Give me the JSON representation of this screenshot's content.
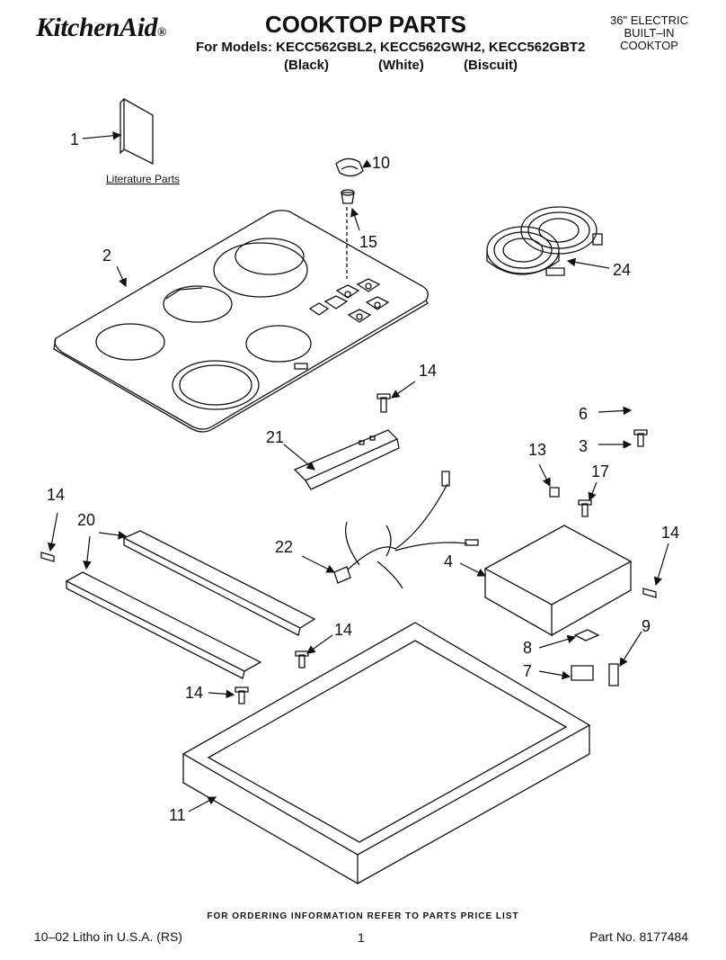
{
  "header": {
    "brand": "KitchenAid",
    "brand_mark": "®",
    "title": "COOKTOP PARTS",
    "models": "For Models: KECC562GBL2, KECC562GWH2, KECC562GBT2",
    "colors": [
      "(Black)",
      "(White)",
      "(Biscuit)"
    ],
    "spec_lines": [
      "36\" ELECTRIC",
      "BUILT–IN",
      "COOKTOP"
    ]
  },
  "diagram": {
    "literature_label": "Literature Parts",
    "callouts": [
      "1",
      "10",
      "15",
      "2",
      "24",
      "14",
      "6",
      "3",
      "21",
      "13",
      "17",
      "14",
      "20",
      "22",
      "4",
      "14",
      "14",
      "8",
      "9",
      "7",
      "14",
      "11"
    ]
  },
  "footer": {
    "ordering": "FOR ORDERING INFORMATION REFER TO PARTS PRICE LIST",
    "litho": "10–02 Litho in U.S.A. (RS)",
    "page": "1",
    "part_no": "Part No. 8177484"
  }
}
